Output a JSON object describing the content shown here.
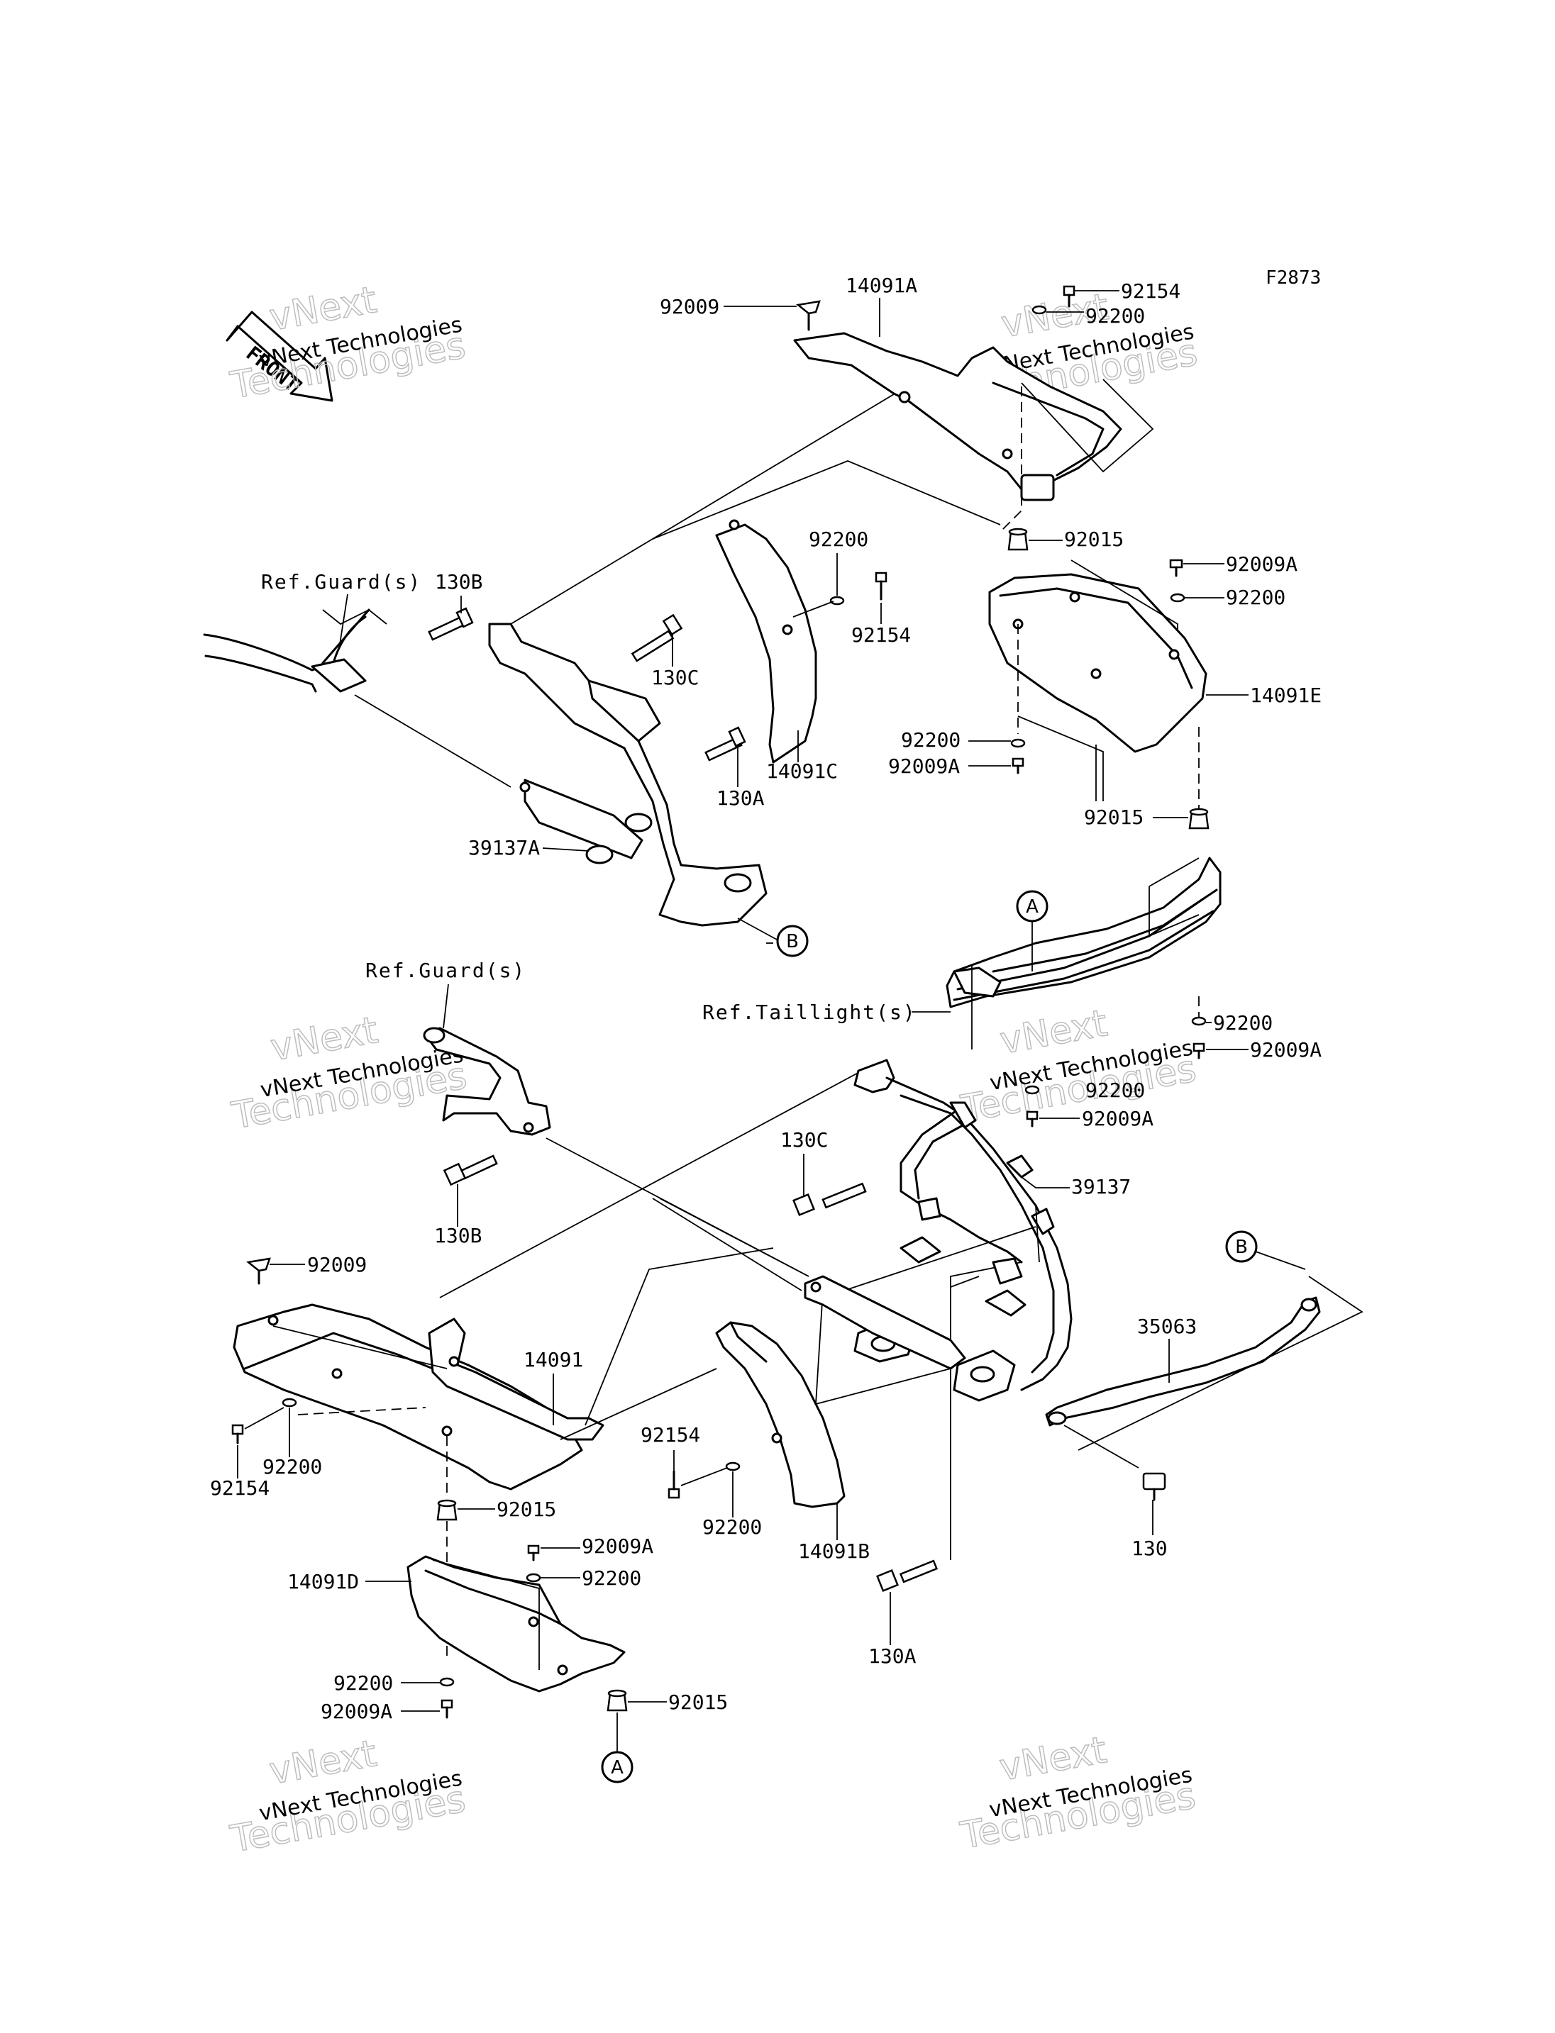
{
  "figure_code": "F2873",
  "front_label": "FRONT",
  "watermark": {
    "line1": "vNext Technologies",
    "line2": "vNext",
    "line3": "Technologies"
  },
  "refs": {
    "guard_top": "Ref.Guard(s)",
    "guard_mid": "Ref.Guard(s)",
    "taillight": "Ref.Taillight(s)"
  },
  "circles": {
    "A_top": "A",
    "B_top": "B",
    "B_right": "B",
    "A_bottom": "A"
  },
  "part_labels": {
    "p92009_top": "92009",
    "p14091A": "14091A",
    "p92154_top": "92154",
    "p92200_top": "92200",
    "p130B_top": "130B",
    "p130C_top": "130C",
    "p92200_mid": "92200",
    "p92154_mid": "92154",
    "p92015_top": "92015",
    "p92009A_1": "92009A",
    "p92200_r1": "92200",
    "p14091E": "14091E",
    "p92200_r2": "92200",
    "p92009A_2": "92009A",
    "p14091C": "14091C",
    "p130A_top": "130A",
    "p39137A": "39137A",
    "p92015_r": "92015",
    "p92200_r3": "92200",
    "p92009A_3": "92009A",
    "p92200_r4": "92200",
    "p92009A_4": "92009A",
    "p130C_mid": "130C",
    "p39137": "39137",
    "p130B_mid": "130B",
    "p92009_bot": "92009",
    "p14091": "14091",
    "p35063": "35063",
    "p92154_b1": "92154",
    "p92200_b1": "92200",
    "p92154_b2": "92154",
    "p92200_b2": "92200",
    "p14091B": "14091B",
    "p130": "130",
    "p92015_b1": "92015",
    "p92009A_b1": "92009A",
    "p92200_b3": "92200",
    "p14091D": "14091D",
    "p92200_b4": "92200",
    "p92009A_b2": "92009A",
    "p92015_b2": "92015",
    "p130A_bot": "130A"
  }
}
